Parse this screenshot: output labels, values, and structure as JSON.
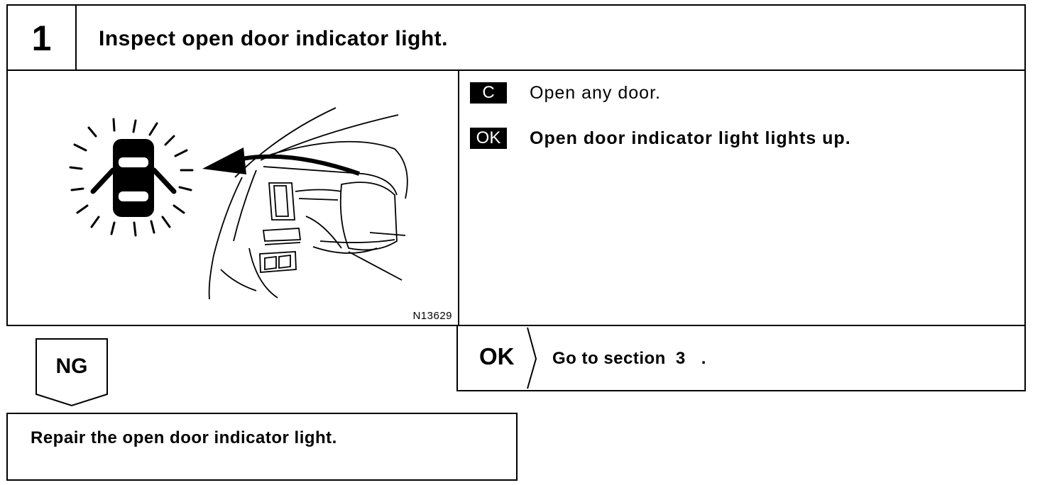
{
  "header": {
    "step_number": "1",
    "title": "Inspect open door indicator light."
  },
  "illustration": {
    "figure_code": "N13629",
    "icons": [
      "open-door-car-icon",
      "arrow-icon",
      "instrument-panel-drawing"
    ]
  },
  "instructions": [
    {
      "tag": "C",
      "text": "Open any door."
    },
    {
      "tag": "OK",
      "text": "Open door indicator light lights up."
    }
  ],
  "ok_result": {
    "label": "OK",
    "action": "Go to section",
    "section": "3",
    "period": "."
  },
  "ng_result": {
    "label": "NG",
    "action": "Repair the open door indicator light."
  }
}
